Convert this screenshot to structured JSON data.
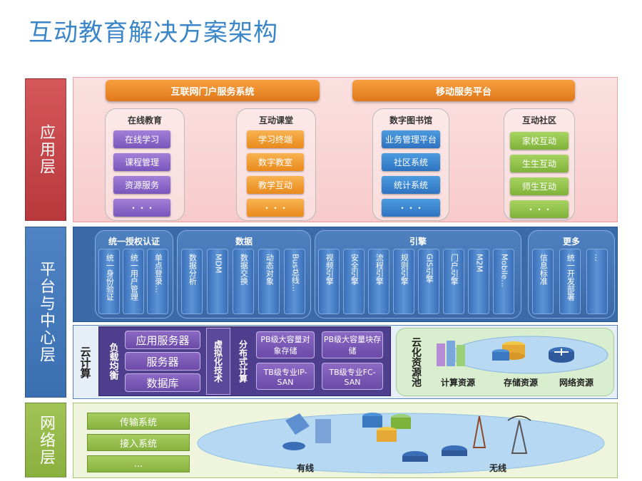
{
  "title": "互动教育解决方案架构",
  "layers": {
    "app": "应用层",
    "platform": "平台与中心层",
    "network": "网络层"
  },
  "app": {
    "bars": [
      "互联网门户服务系统",
      "移动服务平台"
    ],
    "groups": [
      {
        "title": "在线教育",
        "items": [
          "在线学习",
          "课程管理",
          "资源服务",
          "・・・"
        ]
      },
      {
        "title": "互动课堂",
        "items": [
          "学习终端",
          "数字教室",
          "教学互动",
          "・・・"
        ]
      },
      {
        "title": "数字图书馆",
        "items": [
          "业务管理平台",
          "社区系统",
          "统计系统",
          "・・・"
        ]
      },
      {
        "title": "互动社区",
        "items": [
          "家校互动",
          "生生互动",
          "师生互动",
          "・・・"
        ]
      }
    ]
  },
  "platform": {
    "groups": [
      {
        "title": "统一授权认证",
        "cols": [
          "统一身份验证",
          "统一用户管理",
          "单点登录…"
        ]
      },
      {
        "title": "数据",
        "cols": [
          "数据分析",
          "MDM",
          "数据交换",
          "动态对象",
          "Bus总线…"
        ]
      },
      {
        "title": "引擎",
        "cols": [
          "视频引擎",
          "安全引擎",
          "流程引擎",
          "规则引擎",
          "GIS引擎",
          "门户引擎",
          "M2M",
          "Mobile…"
        ]
      },
      {
        "title": "更多",
        "cols": [
          "信息标准",
          "统一开发部署",
          "…"
        ]
      }
    ]
  },
  "cloud": {
    "label": "云计算",
    "lb_label": "负载均衡",
    "lb_items": [
      "应用服务器",
      "服务器",
      "数据库"
    ],
    "virt_label": "虚拟化技术",
    "dist_label": "分布式计算",
    "storage": [
      "PB级大容量对象存储",
      "PB级大容量块存储",
      "TB级专业IP-SAN",
      "TB级专业FC-SAN"
    ],
    "pool_label": "云化资源池",
    "resources": [
      "计算资源",
      "存储资源",
      "网络资源"
    ]
  },
  "network": {
    "items": [
      "传输系统",
      "接入系统",
      "..."
    ],
    "wired": "有线",
    "wireless": "无线"
  }
}
